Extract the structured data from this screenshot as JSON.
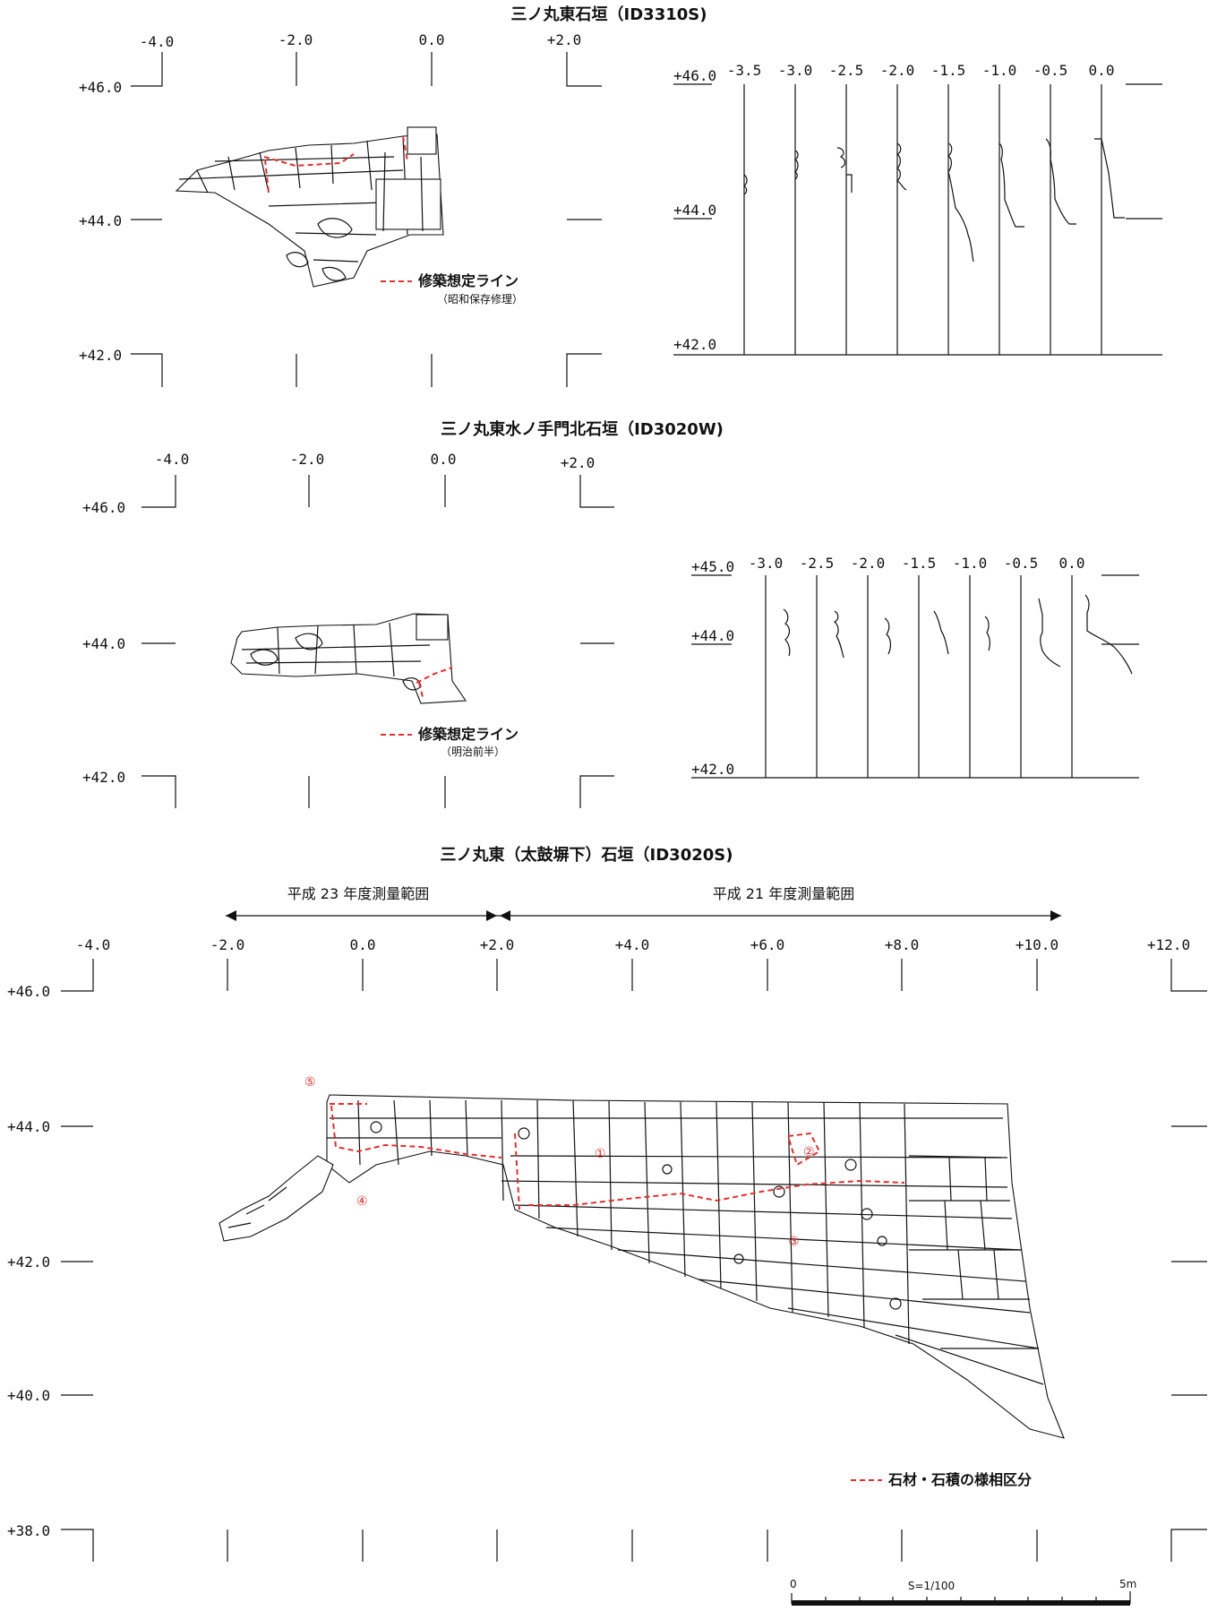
{
  "figures": [
    {
      "title": "三ノ丸東石垣（ID3310S)",
      "x_ticks": [
        "-4.0",
        "-2.0",
        "0.0",
        "+2.0"
      ],
      "y_ticks": [
        "+46.0",
        "+44.0",
        "+42.0"
      ],
      "legend_label": "修築想定ライン",
      "legend_sub": "（昭和保存修理）",
      "profile_y_ticks": [
        "+46.0",
        "+44.0",
        "+42.0"
      ],
      "profile_x_ticks": [
        "-3.5",
        "-3.0",
        "-2.5",
        "-2.0",
        "-1.5",
        "-1.0",
        "-0.5",
        "0.0"
      ]
    },
    {
      "title": "三ノ丸東水ノ手門北石垣（ID3020W)",
      "x_ticks": [
        "-4.0",
        "-2.0",
        "0.0",
        "+2.0"
      ],
      "y_ticks": [
        "+46.0",
        "+44.0",
        "+42.0"
      ],
      "legend_label": "修築想定ライン",
      "legend_sub": "（明治前半）",
      "profile_y_ticks": [
        "+45.0",
        "+44.0",
        "+42.0"
      ],
      "profile_x_ticks": [
        "-3.0",
        "-2.5",
        "-2.0",
        "-1.5",
        "-1.0",
        "-0.5",
        "0.0"
      ]
    },
    {
      "title": "三ノ丸東（太鼓塀下）石垣（ID3020S)",
      "range_left": "平成 23 年度測量範囲",
      "range_right": "平成 21 年度測量範囲",
      "x_ticks": [
        "-4.0",
        "-2.0",
        "0.0",
        "+2.0",
        "+4.0",
        "+6.0",
        "+8.0",
        "+10.0",
        "+12.0"
      ],
      "y_ticks": [
        "+46.0",
        "+44.0",
        "+42.0",
        "+40.0",
        "+38.0"
      ],
      "legend_label": "石材・石積の様相区分",
      "markers": [
        "①",
        "②",
        "③",
        "④",
        "⑤"
      ]
    }
  ],
  "scale": {
    "start": "0",
    "ratio": "S=1/100",
    "end": "5m"
  },
  "colors": {
    "line": "#111111",
    "repair_dash": "#e03030"
  }
}
